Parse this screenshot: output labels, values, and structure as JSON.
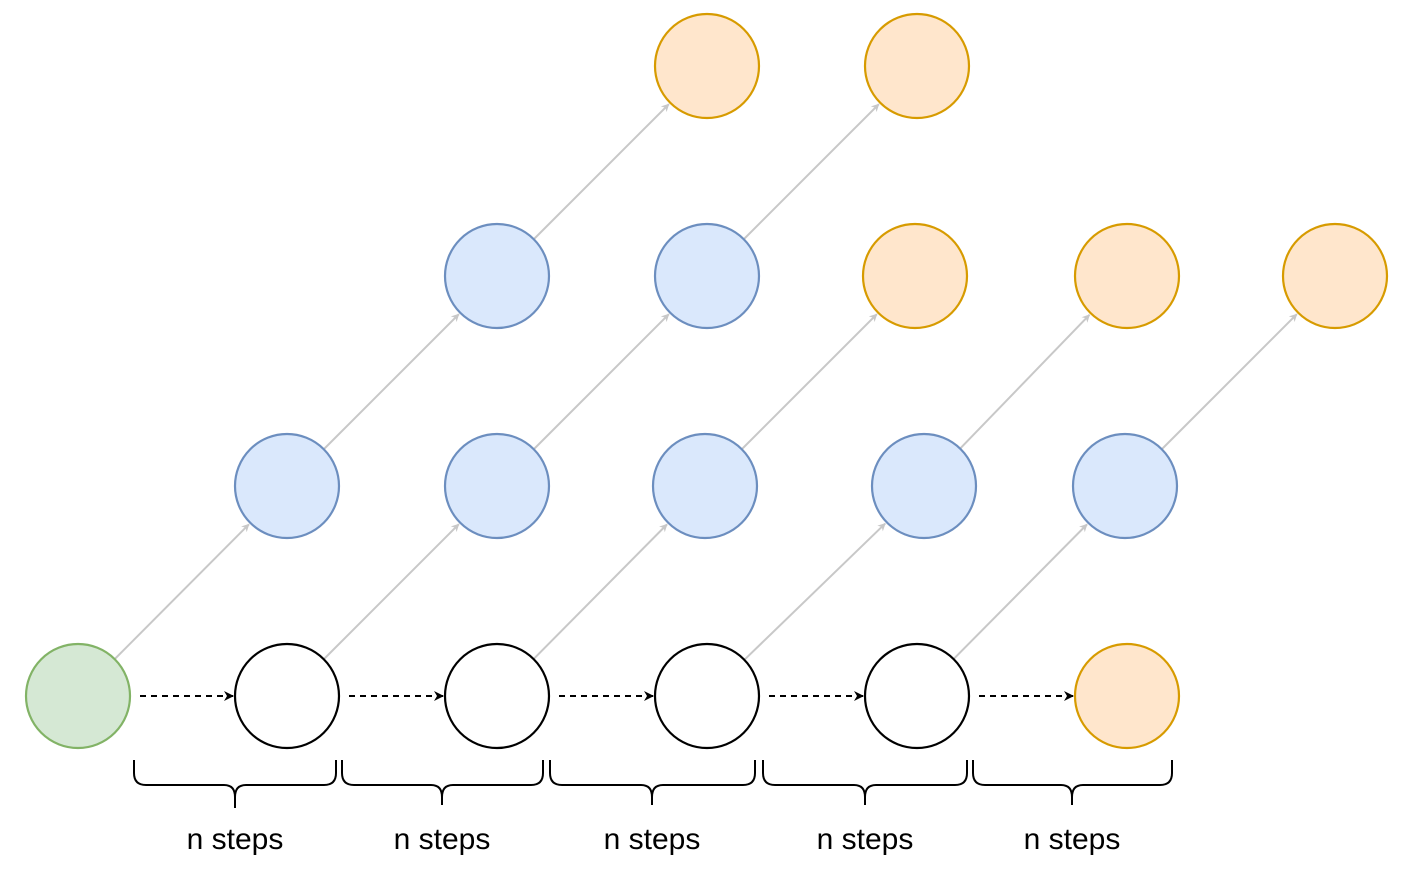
{
  "colors": {
    "start_fill": "#d5e8d4",
    "start_stroke": "#82b366",
    "hidden_fill": "#dae8fc",
    "hidden_stroke": "#6c8ebf",
    "output_fill": "#ffe6cc",
    "output_stroke": "#d79b00",
    "state_fill": "#ffffff",
    "state_stroke": "#000000",
    "rollout_arrow": "#c8c8c8",
    "transition_arrow": "#000000"
  },
  "node_kinds": {
    "start": "start-node",
    "state": "state-node",
    "hidden": "hidden-node",
    "output": "output-node"
  },
  "brace_labels": [
    "n steps",
    "n steps",
    "n steps",
    "n steps",
    "n steps"
  ]
}
